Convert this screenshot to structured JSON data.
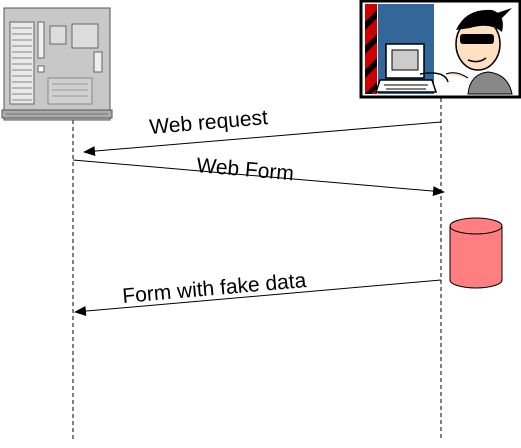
{
  "participants": [
    {
      "id": "server",
      "icon": "server-board-icon"
    },
    {
      "id": "attacker",
      "icon": "hacker-at-computer-icon"
    }
  ],
  "database": {
    "icon": "database-cylinder-icon",
    "color": "#ff7f80"
  },
  "messages": [
    {
      "label": "Web request",
      "from": "attacker",
      "to": "server"
    },
    {
      "label": "Web Form",
      "from": "server",
      "to": "attacker"
    },
    {
      "label": "Form with fake data",
      "from": "attacker",
      "to": "server"
    }
  ],
  "colors": {
    "server_body": "#c0c0c0",
    "attacker_frame": "#000000",
    "attacker_stripes": "#cc0000",
    "attacker_screen_bg": "#336699",
    "line": "#000000"
  }
}
